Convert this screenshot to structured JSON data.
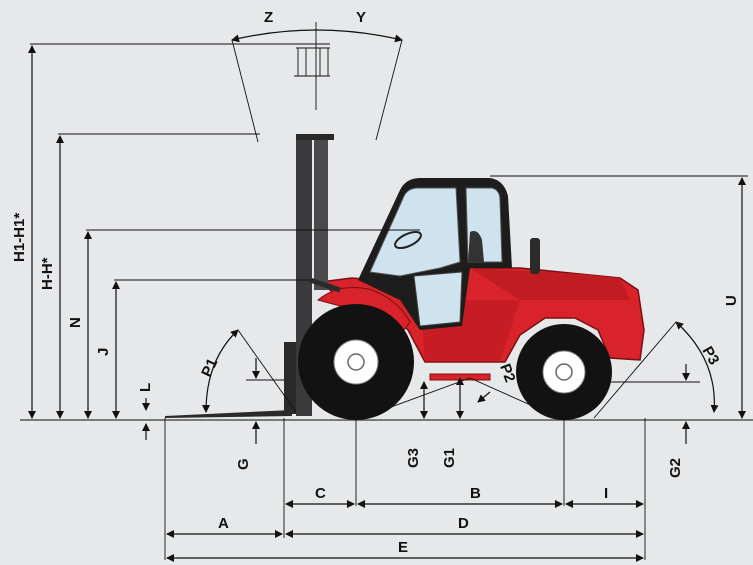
{
  "labels": {
    "z": "Z",
    "y": "Y",
    "h1": "H1-H1*",
    "h": "H-H*",
    "n": "N",
    "j": "J",
    "l": "L",
    "p1": "P1",
    "p2": "P2",
    "p3": "P3",
    "u": "U",
    "g": "G",
    "g3": "G3",
    "g1": "G1",
    "g2": "G2",
    "a": "A",
    "b": "B",
    "c": "C",
    "d": "D",
    "e": "E",
    "i": "I"
  },
  "colors": {
    "background": "#e6e8ea",
    "body_red": "#d8232a",
    "body_dark_red": "#a8141b",
    "mast_dark": "#3a3a3c",
    "tire_black": "#121212",
    "glass": "#cfe3ef",
    "line": "#111111"
  }
}
